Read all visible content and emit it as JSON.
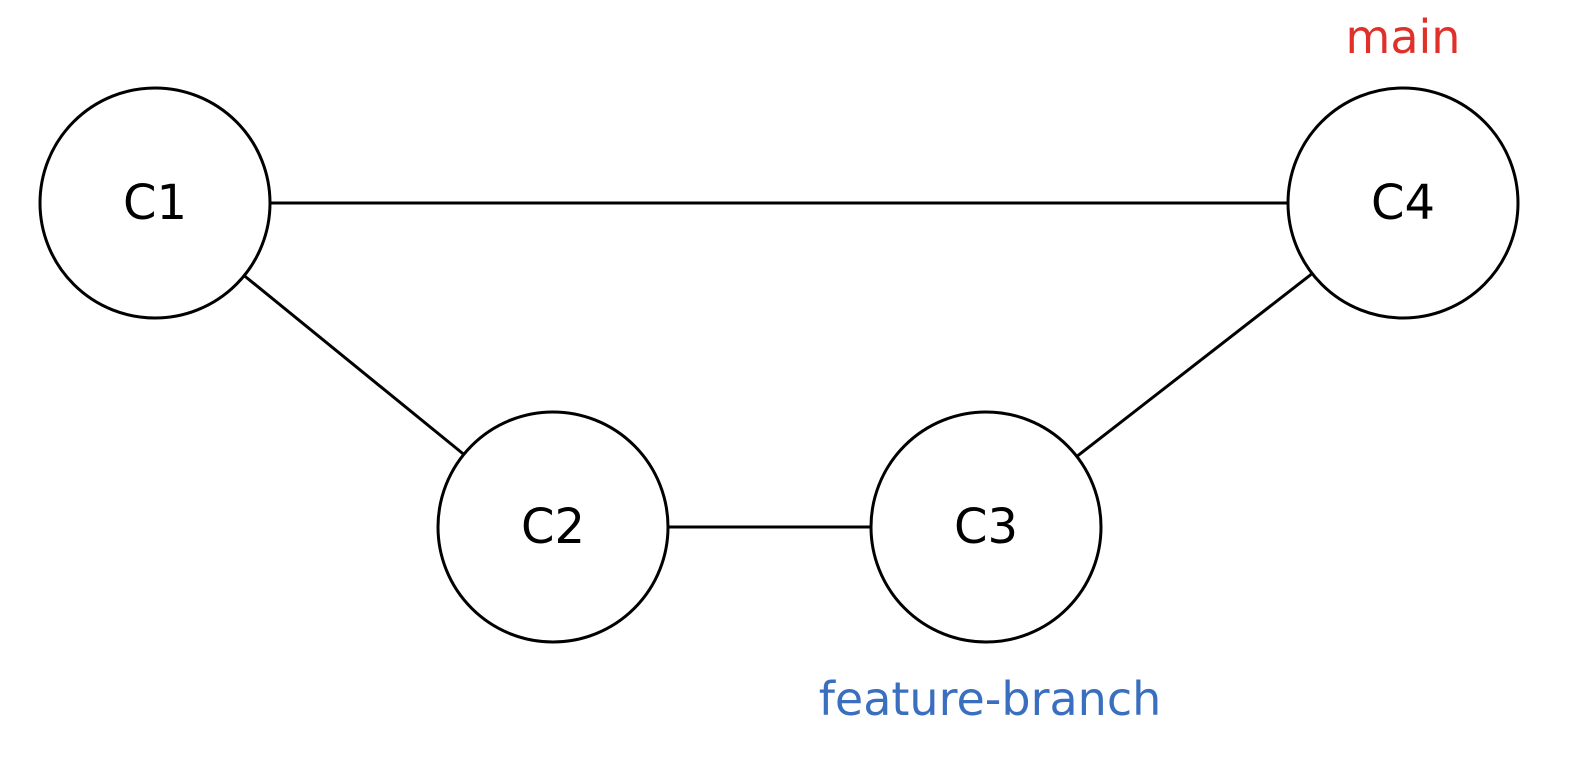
{
  "nodes": [
    {
      "id": "C1",
      "label": "C1"
    },
    {
      "id": "C2",
      "label": "C2"
    },
    {
      "id": "C3",
      "label": "C3"
    },
    {
      "id": "C4",
      "label": "C4"
    }
  ],
  "edges": [
    {
      "from": "C1",
      "to": "C4"
    },
    {
      "from": "C1",
      "to": "C2"
    },
    {
      "from": "C2",
      "to": "C3"
    },
    {
      "from": "C3",
      "to": "C4"
    }
  ],
  "branches": [
    {
      "label": "main",
      "points_to": "C4",
      "color": "#e0302a"
    },
    {
      "label": "feature-branch",
      "points_to": "C3",
      "color": "#3a6fbf"
    }
  ]
}
